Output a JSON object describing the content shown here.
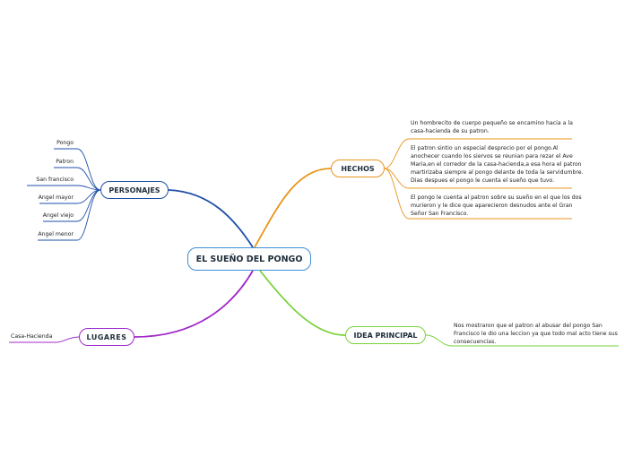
{
  "center": {
    "label": "EL SUEÑO DEL PONGO"
  },
  "personajes": {
    "label": "PERSONAJES",
    "items": [
      "Pongo",
      "Patron",
      "San francisco",
      "Angel mayor",
      "Angel viejo",
      "Angel menor"
    ]
  },
  "lugares": {
    "label": "LUGARES",
    "items": [
      "Casa-Hacienda"
    ]
  },
  "hechos": {
    "label": "HECHOS",
    "items": [
      {
        "lines": [
          "Un hombrecito de cuerpo pequeño se encamino hacia a la",
          "casa-hacienda de su patron."
        ]
      },
      {
        "lines": [
          "El patron sintio un especial desprecio por el pongo.Al",
          "anochecer cuando los siervos se reunian para rezar el Ave",
          "Maria,en el corredor de la casa-hacienda,a esa hora el patron",
          "martirizaba siempre al pongo delante de toda la servidumbre.",
          "Dias despues el pongo le cuenta el sueño que tuvo."
        ]
      },
      {
        "lines": [
          "El pongo le cuenta al patron sobre su sueño en el que los dos",
          "murieron y le dice que aparecieron desnudos ante el Gran",
          "Señor San Francisco."
        ]
      }
    ]
  },
  "idea_principal": {
    "label": "IDEA PRINCIPAL",
    "lines": [
      "Nos mostraron que el patron al abusar del pongo San",
      "Francisco le dio una leccion ya que todo mal acto tiene sus",
      "consecuencias."
    ]
  },
  "colors": {
    "personajes": "#1e4fa8",
    "lugares": "#a02bc9",
    "hechos": "#e8951b",
    "idea_principal": "#79d13a",
    "center": "#3d8fd6"
  }
}
